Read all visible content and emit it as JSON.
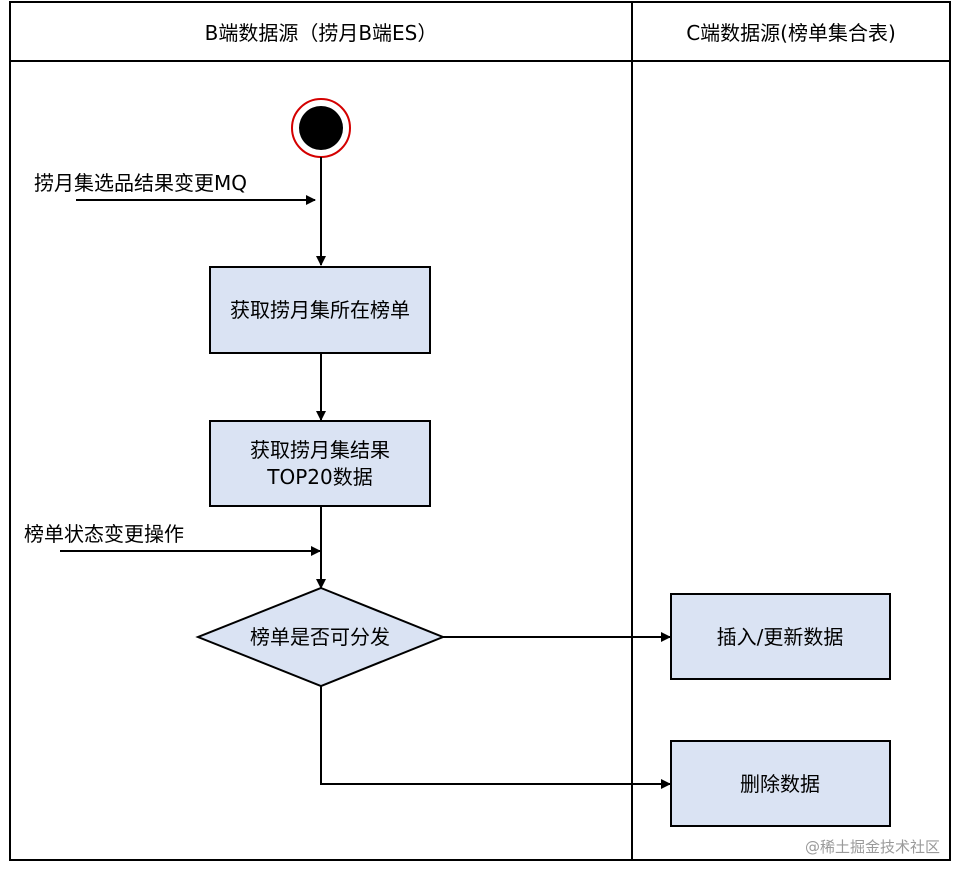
{
  "lanes": {
    "b_lane_title": "B端数据源（捞月B端ES）",
    "c_lane_title": "C端数据源(榜单集合表)"
  },
  "nodes": {
    "get_rank_lists": "获取捞月集所在榜单",
    "get_top20_line1": "获取捞月集结果",
    "get_top20_line2": "TOP20数据",
    "decision": "榜单是否可分发",
    "insert_update": "插入/更新数据",
    "delete_data": "删除数据"
  },
  "triggers": {
    "mq_change": "捞月集选品结果变更MQ",
    "rank_status_change": "榜单状态变更操作"
  },
  "watermark": "@稀土掘金技术社区",
  "colors": {
    "box_fill": "#dae3f3",
    "line": "#000000",
    "start_ring": "#d40000"
  }
}
